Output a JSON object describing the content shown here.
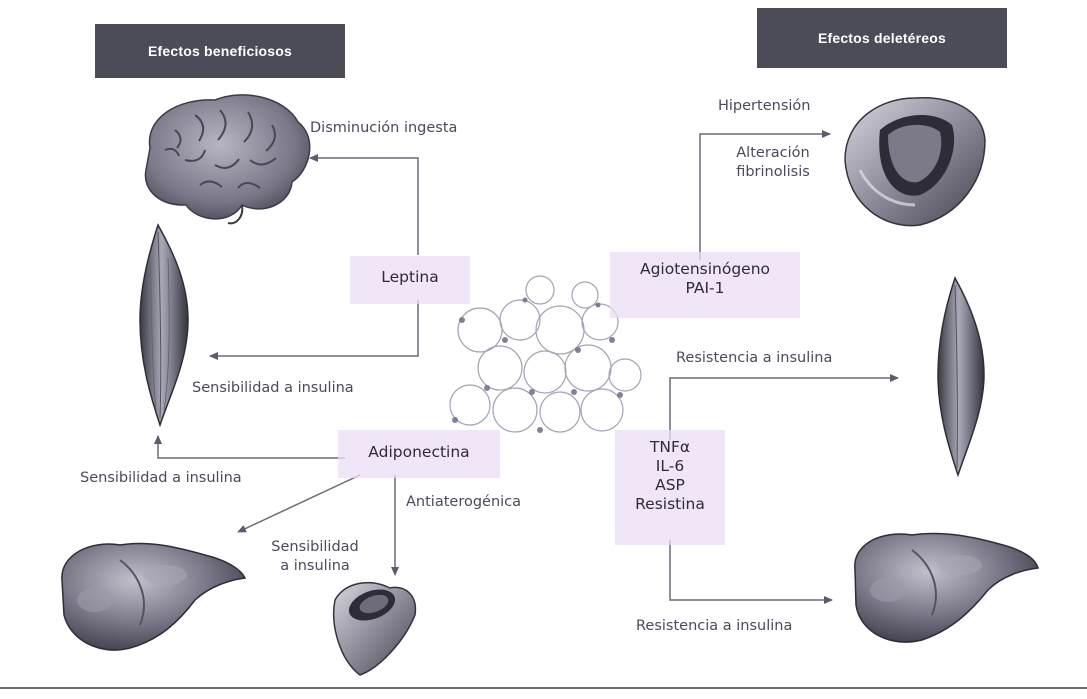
{
  "headers": {
    "left": "Efectos beneficiosos",
    "right": "Efectos deletéreos"
  },
  "nodes": {
    "leptina": "Leptina",
    "adiponectina": "Adiponectina",
    "angiotensinogeno": [
      "Agiotensinógeno",
      "PAI-1"
    ],
    "tnf_group": [
      "TNFα",
      "IL-6",
      "ASP",
      "Resistina"
    ]
  },
  "labels": {
    "disminucion_ingesta": "Disminución ingesta",
    "sensibilidad_insulina_leptina": "Sensibilidad a insulina",
    "sensibilidad_insulina_adipo": "Sensibilidad a insulina",
    "sensibilidad_insulina_higado": [
      "Sensibilidad",
      "a insulina"
    ],
    "antiaterogenica": "Antiaterogénica",
    "hipertension": "Hipertensión",
    "alteracion_fibrinolisis": [
      "Alteración",
      "fibrinolisis"
    ],
    "resistencia_insulina_musculo": "Resistencia a insulina",
    "resistencia_insulina_higado": "Resistencia a insulina"
  },
  "colors": {
    "header_bg": "#4b4c57",
    "arrow": "#6a6a78",
    "highlight": "#ecdef6"
  }
}
